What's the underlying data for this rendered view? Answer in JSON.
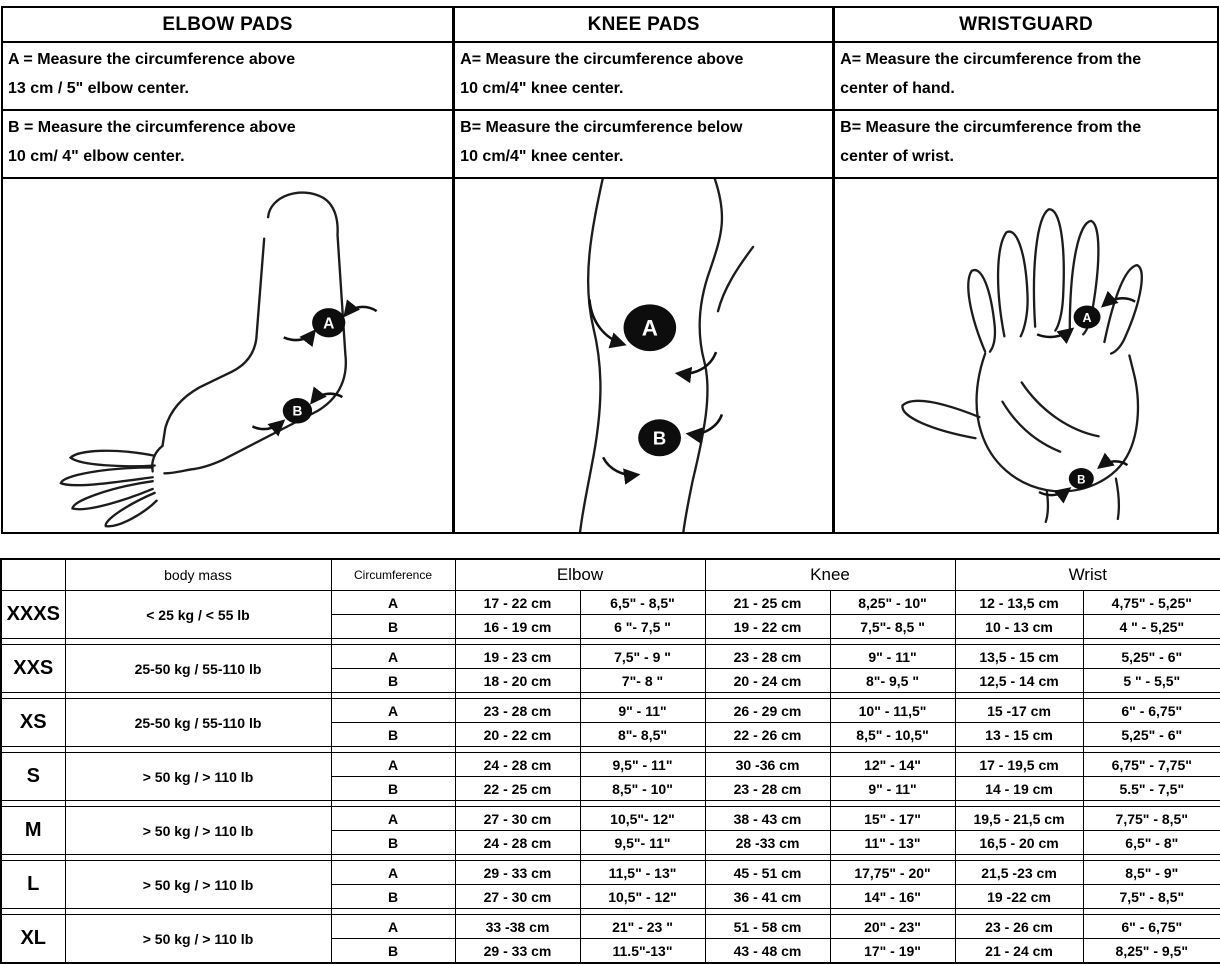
{
  "panels": [
    {
      "title": "ELBOW PADS",
      "line_a1": "A = Measure the circumference above",
      "line_a2": "13  cm / 5\" elbow center.",
      "line_b1": "B = Measure the circumference above",
      "line_b2": "10 cm/ 4\" elbow center.",
      "marker_a": "A",
      "marker_b": "B"
    },
    {
      "title": "KNEE PADS",
      "line_a1": "A= Measure the circumference above",
      "line_a2": "10 cm/4\"  knee center.",
      "line_b1": "B= Measure the circumference below",
      "line_b2": "10 cm/4\"  knee center.",
      "marker_a": "A",
      "marker_b": "B"
    },
    {
      "title": "WRISTGUARD",
      "line_a1": "A=  Measure the circumference from the",
      "line_a2": "center of hand.",
      "line_b1": "B= Measure the circumference from the",
      "line_b2": "center of wrist.",
      "marker_a": "A",
      "marker_b": "B"
    }
  ],
  "table": {
    "headers": {
      "body_mass": "body mass",
      "circumference": "Circumference",
      "elbow": "Elbow",
      "knee": "Knee",
      "wrist": "Wrist"
    },
    "row_labels": {
      "a": "A",
      "b": "B"
    },
    "rows": [
      {
        "size": "XXXS",
        "body_mass": "< 25 kg  / < 55 lb",
        "a": [
          "17 - 22 cm",
          "6,5\" -  8,5\"",
          "21 - 25 cm",
          "8,25\" - 10\"",
          "12 - 13,5 cm",
          "4,75\" - 5,25\""
        ],
        "b": [
          "16  - 19 cm",
          "6 \"- 7,5 \"",
          "19 - 22 cm",
          "7,5\"- 8,5 \"",
          "10 - 13 cm",
          "4 \" -  5,25\""
        ]
      },
      {
        "size": "XXS",
        "body_mass": "25-50 kg / 55-110 lb",
        "a": [
          "19 - 23 cm",
          "7,5\" - 9 \"",
          "23 - 28 cm",
          "9\" - 11\"",
          "13,5 - 15 cm",
          "5,25\" - 6\""
        ],
        "b": [
          "18 - 20 cm",
          "7\"- 8 \"",
          "20 - 24 cm",
          "8\"- 9,5 \"",
          "12,5 - 14 cm",
          "5 \" -  5,5\""
        ]
      },
      {
        "size": "XS",
        "body_mass": "25-50 kg / 55-110 lb",
        "a": [
          "23 - 28 cm",
          "9\" - 11\"",
          "26 - 29 cm",
          "10\" - 11,5\"",
          "15 -17 cm",
          "6\" - 6,75\""
        ],
        "b": [
          "20 - 22 cm",
          "8\"- 8,5\"",
          "22 - 26 cm",
          "8,5\" - 10,5\"",
          "13 - 15 cm",
          "5,25\" -  6\""
        ]
      },
      {
        "size": "S",
        "body_mass": "> 50 kg / > 110 lb",
        "a": [
          "24 - 28 cm",
          "9,5\" - 11\"",
          "30 -36 cm",
          "12\" - 14\"",
          "17 - 19,5 cm",
          "6,75\" - 7,75\""
        ],
        "b": [
          "22 - 25 cm",
          "8,5\" - 10\"",
          "23 - 28 cm",
          "9\" - 11\"",
          "14  - 19 cm",
          "5.5\" - 7,5\""
        ]
      },
      {
        "size": "M",
        "body_mass": "> 50 kg / > 110 lb",
        "a": [
          "27 - 30 cm",
          "10,5\"- 12\"",
          "38 - 43 cm",
          "15\" - 17\"",
          "19,5 - 21,5 cm",
          "7,75\" - 8,5\""
        ],
        "b": [
          "24  - 28 cm",
          "9,5\"- 11\"",
          "28 -33 cm",
          "11\" - 13\"",
          "16,5 - 20 cm",
          "6,5\" - 8\""
        ]
      },
      {
        "size": "L",
        "body_mass": "> 50 kg / > 110 lb",
        "a": [
          "29 - 33 cm",
          "11,5\" - 13\"",
          "45 - 51 cm",
          "17,75\" - 20\"",
          "21,5 -23 cm",
          "8,5\" - 9\""
        ],
        "b": [
          "27 - 30 cm",
          "10,5\" - 12\"",
          "36 - 41 cm",
          "14\" - 16\"",
          "19 -22 cm",
          "7,5\" - 8,5\""
        ]
      },
      {
        "size": "XL",
        "body_mass": "> 50 kg / > 110 lb",
        "a": [
          "33 -38 cm",
          "21\" - 23 \"",
          "51 - 58 cm",
          "20\" - 23\"",
          "23 - 26 cm",
          "6\" - 6,75\""
        ],
        "b": [
          "29 - 33 cm",
          "11.5\"-13\"",
          "43 - 48 cm",
          "17\" - 19\"",
          "21 - 24 cm",
          "8,25\" - 9,5\""
        ]
      }
    ]
  }
}
